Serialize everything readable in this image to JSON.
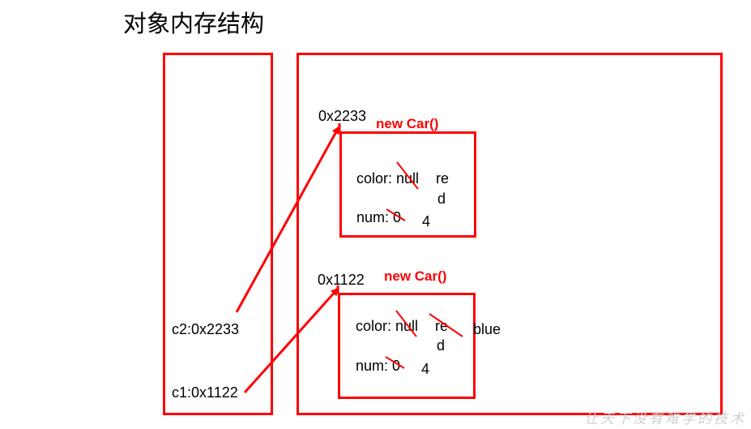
{
  "title": "对象内存结构",
  "stack": {
    "c2": "c2:0x2233",
    "c1": "c1:0x1122"
  },
  "heap": {
    "obj_top": {
      "address": "0x2233",
      "label": "new Car()",
      "color_field": "color: null",
      "color_new_1": "re",
      "color_new_2": "d",
      "num_field": "num: 0",
      "num_new": "4"
    },
    "obj_bottom": {
      "address": "0x1122",
      "label": "new Car()",
      "color_field": "color: null",
      "color_new_1": "re",
      "color_new_2": "d",
      "color_final": "blue",
      "num_field": "num: 0",
      "num_new": "4"
    }
  },
  "watermark": "让天下没有难学的技术",
  "colors": {
    "accent": "#ff0000",
    "text": "#000000"
  }
}
